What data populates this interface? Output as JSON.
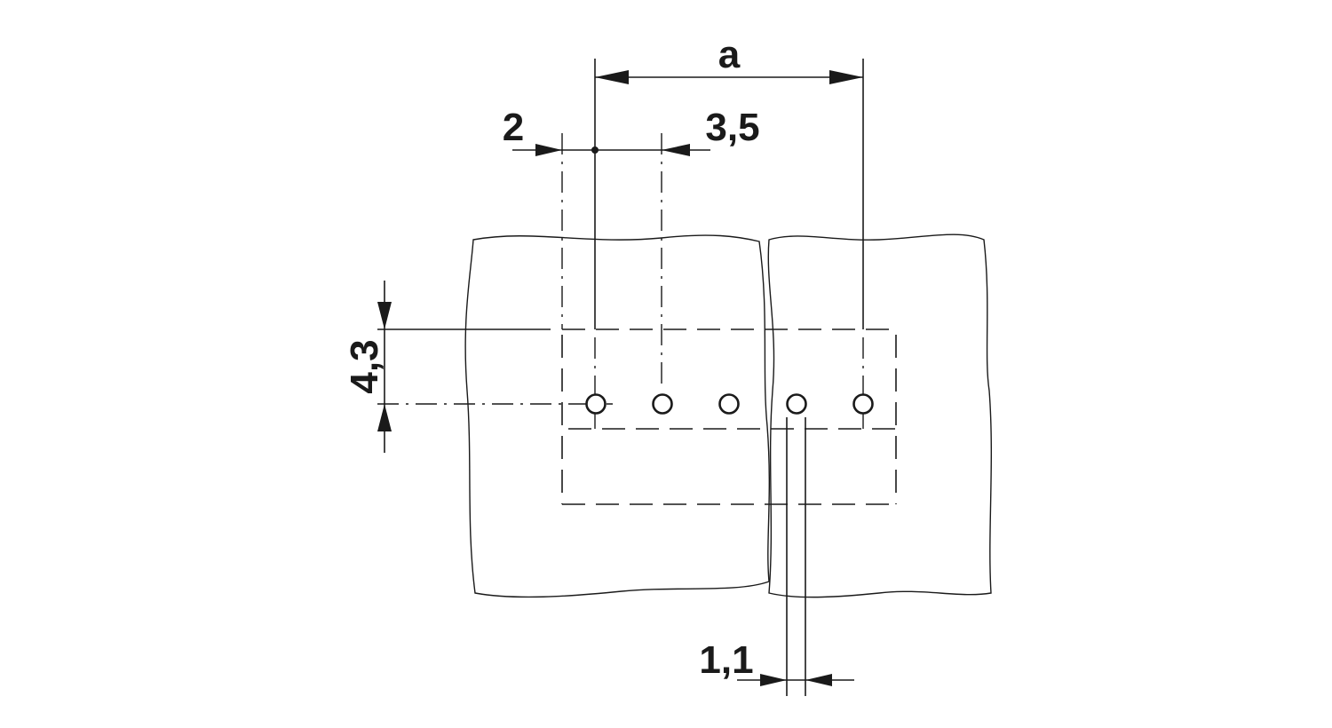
{
  "dimensions": {
    "overall": "a",
    "left_offset": "2",
    "pitch": "3,5",
    "row_offset": "4,3",
    "hole_diameter": "1,1"
  },
  "colors": {
    "line": "#1a1a1a",
    "background": "#ffffff"
  }
}
